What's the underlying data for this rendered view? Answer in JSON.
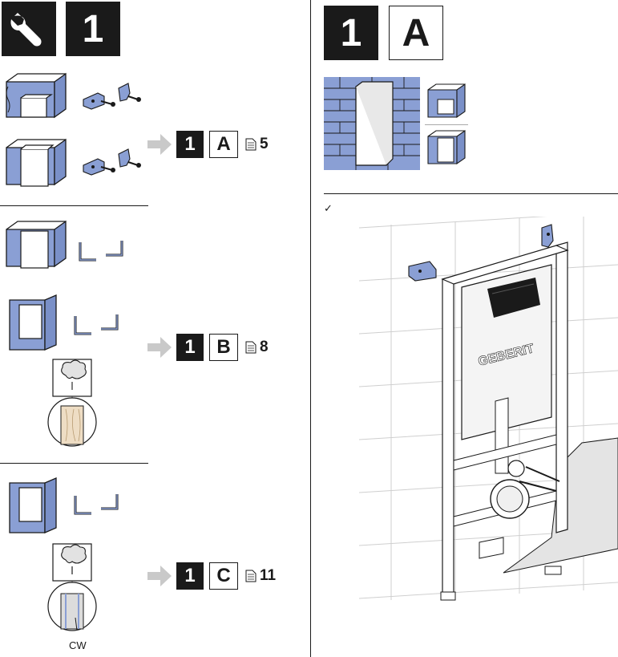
{
  "left_header": {
    "icon": "wrench-icon",
    "step_number": "1"
  },
  "right_header": {
    "step_number": "1",
    "variant_letter": "A"
  },
  "references": [
    {
      "step": "1",
      "letter": "A",
      "page": "5"
    },
    {
      "step": "1",
      "letter": "B",
      "page": "8"
    },
    {
      "step": "1",
      "letter": "C",
      "page": "11"
    }
  ],
  "cw_label": "CW",
  "checkmark": "✓",
  "frame_brand": "GEBERIT",
  "colors": {
    "blue": "#8a9fd4",
    "dark": "#1a1a1a",
    "grey_arrow": "#c9c9c9",
    "panel": "#e2e2e2"
  }
}
